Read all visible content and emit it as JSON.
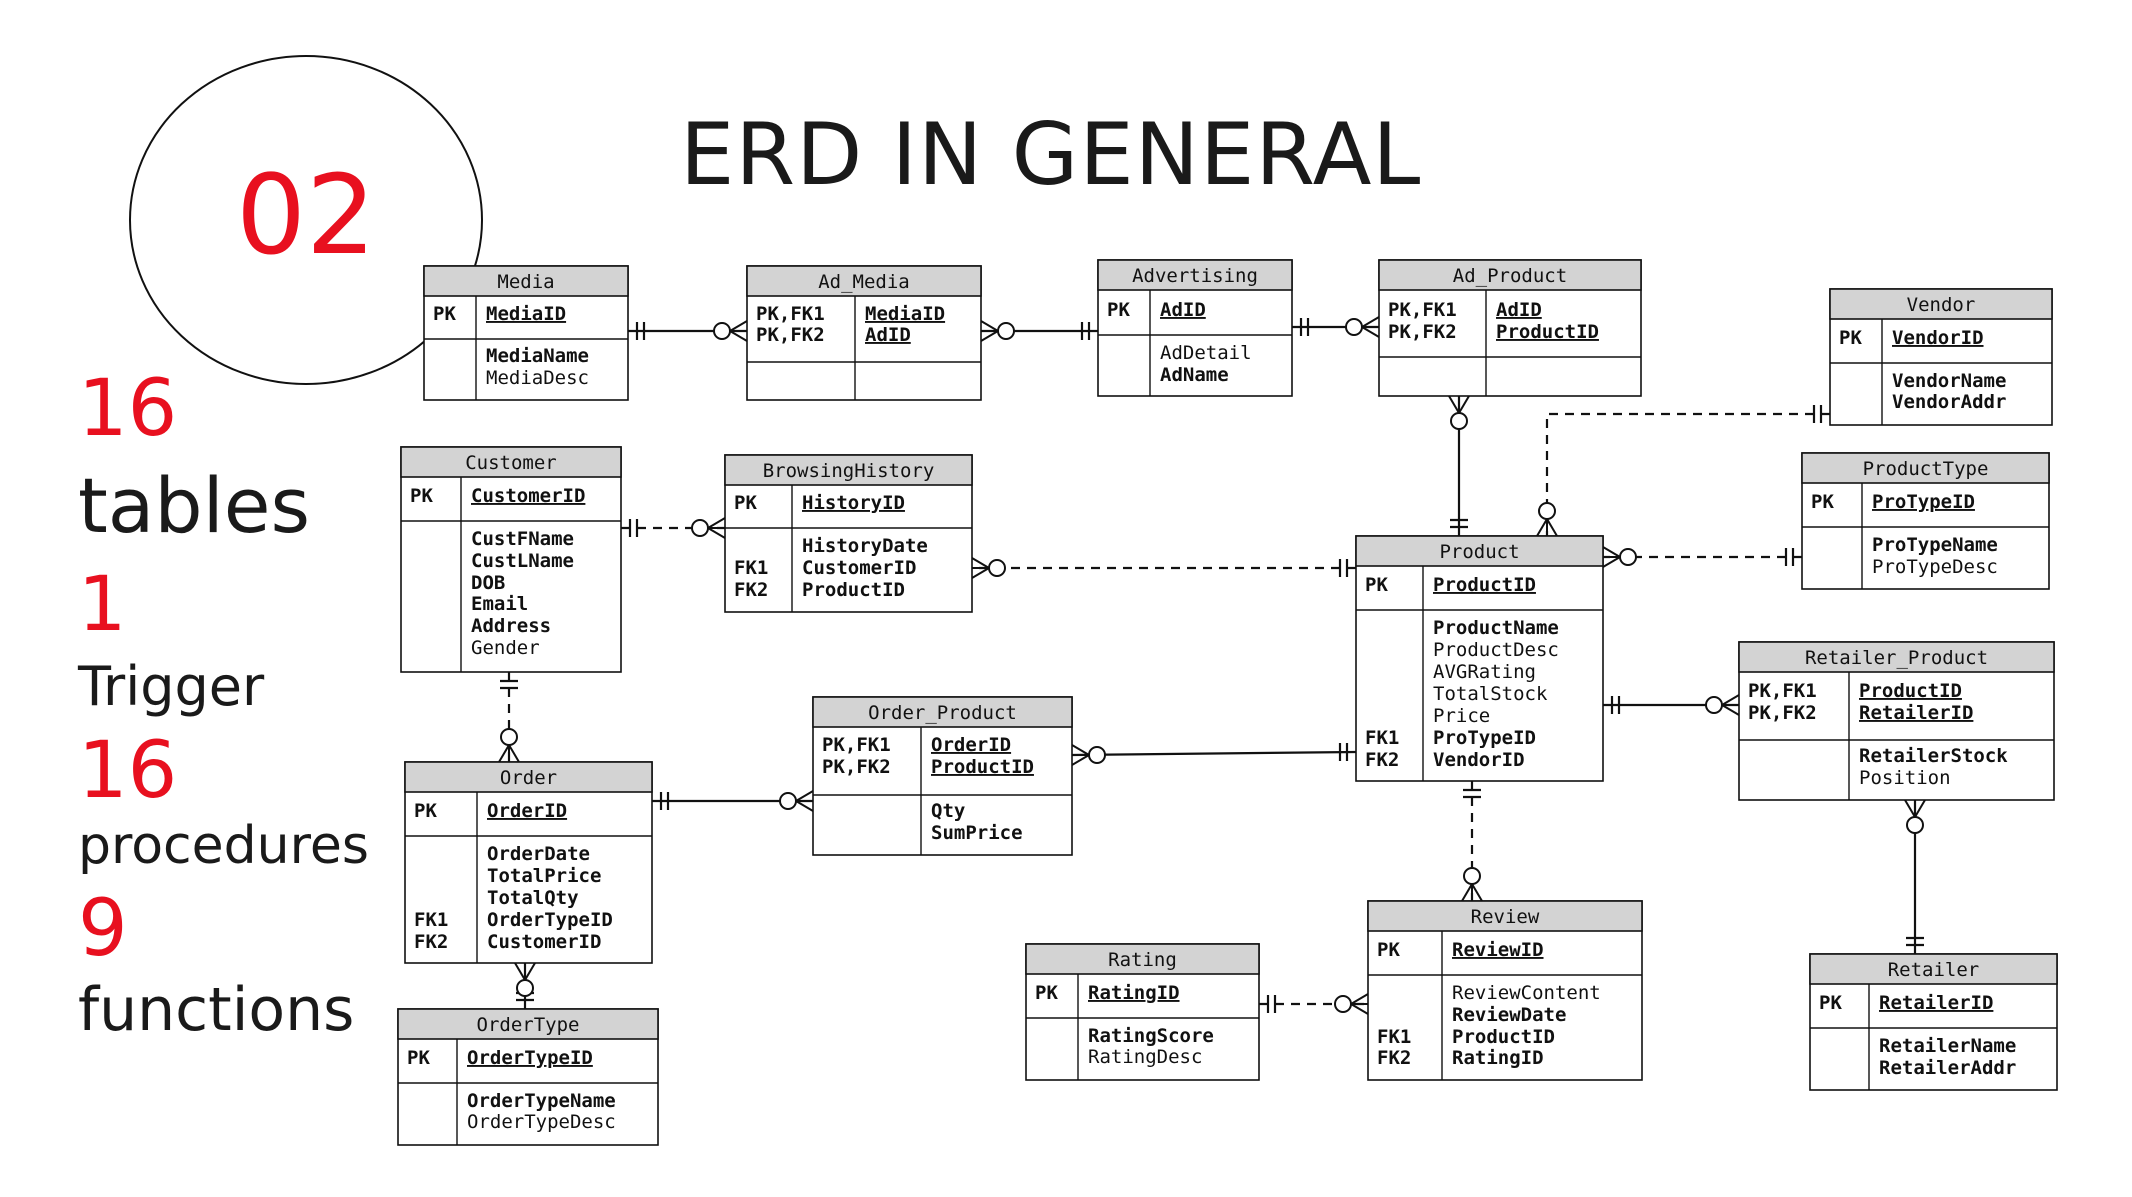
{
  "slide": {
    "number": "02",
    "title": "ERD IN GENERAL",
    "stats": [
      {
        "value": "16",
        "label": "tables"
      },
      {
        "value": "1",
        "label": "Trigger"
      },
      {
        "value": "16",
        "label": "procedures"
      },
      {
        "value": "9",
        "label": "functions"
      }
    ]
  },
  "colors": {
    "accent": "#e8101f",
    "header_fill": "#d3d3d3",
    "line": "#111111"
  },
  "entities": [
    {
      "id": "media",
      "name": "Media",
      "rows": [
        {
          "key": "PK",
          "attr": "MediaID",
          "pk": true
        },
        {
          "key": "",
          "attr": "MediaName",
          "bold": true
        },
        {
          "key": "",
          "attr": "MediaDesc"
        }
      ]
    },
    {
      "id": "ad_media",
      "name": "Ad_Media",
      "rows": [
        {
          "key": "PK,FK1",
          "attr": "MediaID",
          "pk": true
        },
        {
          "key": "PK,FK2",
          "attr": "AdID",
          "pk": true
        }
      ]
    },
    {
      "id": "advertising",
      "name": "Advertising",
      "rows": [
        {
          "key": "PK",
          "attr": "AdID",
          "pk": true
        },
        {
          "key": "",
          "attr": "AdDetail"
        },
        {
          "key": "",
          "attr": "AdName",
          "bold": true
        }
      ]
    },
    {
      "id": "ad_product",
      "name": "Ad_Product",
      "rows": [
        {
          "key": "PK,FK1",
          "attr": "AdID",
          "pk": true
        },
        {
          "key": "PK,FK2",
          "attr": "ProductID",
          "pk": true
        }
      ]
    },
    {
      "id": "vendor",
      "name": "Vendor",
      "rows": [
        {
          "key": "PK",
          "attr": "VendorID",
          "pk": true
        },
        {
          "key": "",
          "attr": "VendorName",
          "bold": true
        },
        {
          "key": "",
          "attr": "VendorAddr",
          "bold": true
        }
      ]
    },
    {
      "id": "customer",
      "name": "Customer",
      "rows": [
        {
          "key": "PK",
          "attr": "CustomerID",
          "pk": true
        },
        {
          "key": "",
          "attr": "CustFName",
          "bold": true
        },
        {
          "key": "",
          "attr": "CustLName",
          "bold": true
        },
        {
          "key": "",
          "attr": "DOB",
          "bold": true
        },
        {
          "key": "",
          "attr": "Email",
          "bold": true
        },
        {
          "key": "",
          "attr": "Address",
          "bold": true
        },
        {
          "key": "",
          "attr": "Gender"
        }
      ]
    },
    {
      "id": "browsing_history",
      "name": "BrowsingHistory",
      "rows": [
        {
          "key": "PK",
          "attr": "HistoryID",
          "pk": true
        },
        {
          "key": "",
          "attr": "HistoryDate",
          "bold": true
        },
        {
          "key": "FK1",
          "attr": "CustomerID",
          "bold": true
        },
        {
          "key": "FK2",
          "attr": "ProductID",
          "bold": true
        }
      ]
    },
    {
      "id": "product_type",
      "name": "ProductType",
      "rows": [
        {
          "key": "PK",
          "attr": "ProTypeID",
          "pk": true
        },
        {
          "key": "",
          "attr": "ProTypeName",
          "bold": true
        },
        {
          "key": "",
          "attr": "ProTypeDesc"
        }
      ]
    },
    {
      "id": "product",
      "name": "Product",
      "rows": [
        {
          "key": "PK",
          "attr": "ProductID",
          "pk": true
        },
        {
          "key": "",
          "attr": "ProductName",
          "bold": true
        },
        {
          "key": "",
          "attr": "ProductDesc"
        },
        {
          "key": "",
          "attr": "AVGRating"
        },
        {
          "key": "",
          "attr": "TotalStock"
        },
        {
          "key": "",
          "attr": "Price"
        },
        {
          "key": "FK1",
          "attr": "ProTypeID",
          "bold": true
        },
        {
          "key": "FK2",
          "attr": "VendorID",
          "bold": true
        }
      ]
    },
    {
      "id": "retailer_product",
      "name": "Retailer_Product",
      "rows": [
        {
          "key": "PK,FK1",
          "attr": "ProductID",
          "pk": true
        },
        {
          "key": "PK,FK2",
          "attr": "RetailerID",
          "pk": true
        },
        {
          "key": "",
          "attr": "RetailerStock",
          "bold": true
        },
        {
          "key": "",
          "attr": "Position"
        }
      ]
    },
    {
      "id": "order_product",
      "name": "Order_Product",
      "rows": [
        {
          "key": "PK,FK1",
          "attr": "OrderID",
          "pk": true
        },
        {
          "key": "PK,FK2",
          "attr": "ProductID",
          "pk": true
        },
        {
          "key": "",
          "attr": "Qty",
          "bold": true
        },
        {
          "key": "",
          "attr": "SumPrice",
          "bold": true
        }
      ]
    },
    {
      "id": "order",
      "name": "Order",
      "rows": [
        {
          "key": "PK",
          "attr": "OrderID",
          "pk": true
        },
        {
          "key": "",
          "attr": "OrderDate",
          "bold": true
        },
        {
          "key": "",
          "attr": "TotalPrice",
          "bold": true
        },
        {
          "key": "",
          "attr": "TotalQty",
          "bold": true
        },
        {
          "key": "FK1",
          "attr": "OrderTypeID",
          "bold": true
        },
        {
          "key": "FK2",
          "attr": "CustomerID",
          "bold": true
        }
      ]
    },
    {
      "id": "order_type",
      "name": "OrderType",
      "rows": [
        {
          "key": "PK",
          "attr": "OrderTypeID",
          "pk": true
        },
        {
          "key": "",
          "attr": "OrderTypeName",
          "bold": true
        },
        {
          "key": "",
          "attr": "OrderTypeDesc"
        }
      ]
    },
    {
      "id": "rating",
      "name": "Rating",
      "rows": [
        {
          "key": "PK",
          "attr": "RatingID",
          "pk": true
        },
        {
          "key": "",
          "attr": "RatingScore",
          "bold": true
        },
        {
          "key": "",
          "attr": "RatingDesc"
        }
      ]
    },
    {
      "id": "review",
      "name": "Review",
      "rows": [
        {
          "key": "PK",
          "attr": "ReviewID",
          "pk": true
        },
        {
          "key": "",
          "attr": "ReviewContent"
        },
        {
          "key": "",
          "attr": "ReviewDate",
          "bold": true
        },
        {
          "key": "FK1",
          "attr": "ProductID",
          "bold": true
        },
        {
          "key": "FK2",
          "attr": "RatingID",
          "bold": true
        }
      ]
    },
    {
      "id": "retailer",
      "name": "Retailer",
      "rows": [
        {
          "key": "PK",
          "attr": "RetailerID",
          "pk": true
        },
        {
          "key": "",
          "attr": "RetailerName",
          "bold": true
        },
        {
          "key": "",
          "attr": "RetailerAddr",
          "bold": true
        }
      ]
    }
  ],
  "relationships": [
    {
      "from": "media",
      "to": "ad_media",
      "from_end": "one-and-only-one",
      "to_end": "zero-or-many",
      "line": "solid"
    },
    {
      "from": "advertising",
      "to": "ad_media",
      "from_end": "one-and-only-one",
      "to_end": "zero-or-many",
      "line": "solid"
    },
    {
      "from": "advertising",
      "to": "ad_product",
      "from_end": "one-and-only-one",
      "to_end": "zero-or-many",
      "line": "solid"
    },
    {
      "from": "product",
      "to": "ad_product",
      "from_end": "one-and-only-one",
      "to_end": "zero-or-many",
      "line": "solid"
    },
    {
      "from": "vendor",
      "to": "product",
      "from_end": "one-and-only-one",
      "to_end": "zero-or-many",
      "line": "dashed"
    },
    {
      "from": "customer",
      "to": "browsing_history",
      "from_end": "one-and-only-one",
      "to_end": "zero-or-many",
      "line": "dashed"
    },
    {
      "from": "product",
      "to": "browsing_history",
      "from_end": "one-and-only-one",
      "to_end": "zero-or-many",
      "line": "dashed"
    },
    {
      "from": "product_type",
      "to": "product",
      "from_end": "one-and-only-one",
      "to_end": "zero-or-many",
      "line": "dashed"
    },
    {
      "from": "product",
      "to": "retailer_product",
      "from_end": "one-and-only-one",
      "to_end": "zero-or-many",
      "line": "solid"
    },
    {
      "from": "retailer",
      "to": "retailer_product",
      "from_end": "one-and-only-one",
      "to_end": "zero-or-many",
      "line": "solid"
    },
    {
      "from": "product",
      "to": "order_product",
      "from_end": "one-and-only-one",
      "to_end": "zero-or-many",
      "line": "solid"
    },
    {
      "from": "order",
      "to": "order_product",
      "from_end": "one-and-only-one",
      "to_end": "zero-or-many",
      "line": "solid"
    },
    {
      "from": "customer",
      "to": "order",
      "from_end": "one-and-only-one",
      "to_end": "zero-or-many",
      "line": "dashed"
    },
    {
      "from": "order_type",
      "to": "order",
      "from_end": "one-and-only-one",
      "to_end": "zero-or-many",
      "line": "solid"
    },
    {
      "from": "product",
      "to": "review",
      "from_end": "one-and-only-one",
      "to_end": "zero-or-many",
      "line": "dashed"
    },
    {
      "from": "rating",
      "to": "review",
      "from_end": "one-and-only-one",
      "to_end": "zero-or-many",
      "line": "dashed"
    }
  ]
}
